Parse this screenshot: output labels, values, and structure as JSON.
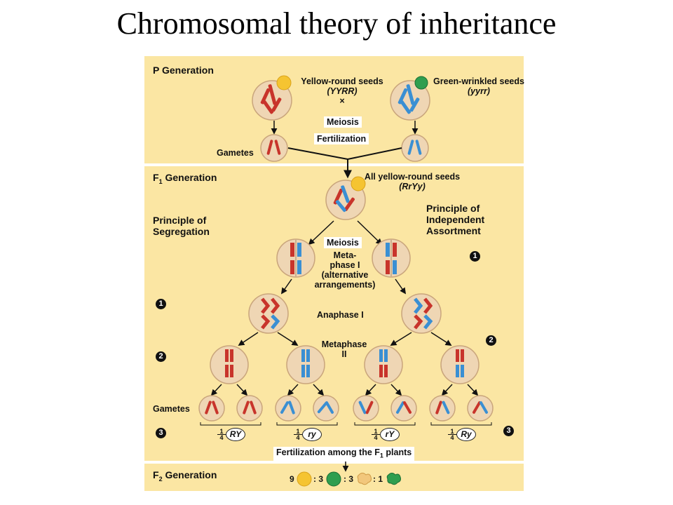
{
  "title": "Chromosomal theory of inheritance",
  "p_generation": {
    "heading": "P Generation",
    "yellow_label": "Yellow-round seeds",
    "yellow_genotype": "(YYRR)",
    "cross": "×",
    "green_label": "Green-wrinkled seeds",
    "green_genotype": "(yyrr)",
    "meiosis": "Meiosis",
    "fertilization": "Fertilization",
    "gametes": "Gametes"
  },
  "f1_generation": {
    "heading": "F",
    "heading_sub": "1",
    "heading_rest": " Generation",
    "all_label": "All yellow-round seeds",
    "all_genotype": "(RrYy)",
    "segregation": [
      "Principle of",
      "Segregation"
    ],
    "independent": [
      "Principle of",
      "Independent",
      "Assortment"
    ],
    "meiosis": "Meiosis",
    "metaphase_i": [
      "Meta-",
      "phase I",
      "(alternative",
      "arrangements)"
    ],
    "anaphase_i": "Anaphase I",
    "metaphase_ii": [
      "Metaphase",
      "II"
    ],
    "gametes": "Gametes",
    "step_numbers": [
      "1",
      "2",
      "3"
    ],
    "gamete_types": [
      {
        "fraction_num": "1",
        "fraction_den": "4",
        "genotype": "RY"
      },
      {
        "fraction_num": "1",
        "fraction_den": "4",
        "genotype": "ry"
      },
      {
        "fraction_num": "1",
        "fraction_den": "4",
        "genotype": "rY"
      },
      {
        "fraction_num": "1",
        "fraction_den": "4",
        "genotype": "Ry"
      }
    ],
    "fertilization_among": "Fertilization among the F",
    "fertilization_sub": "1",
    "fertilization_rest": " plants"
  },
  "f2_generation": {
    "heading": "F",
    "heading_sub": "2",
    "heading_rest": " Generation",
    "ratio": [
      "9",
      ": 3",
      ": 3",
      ": 1"
    ]
  },
  "colors": {
    "panel": "#fbe6a3",
    "red_chromosome": "#c8342b",
    "blue_chromosome": "#3a8fd3",
    "cell": "#efd6b4",
    "yellow_seed": "#f5c431",
    "green_seed": "#2f9e4f"
  }
}
